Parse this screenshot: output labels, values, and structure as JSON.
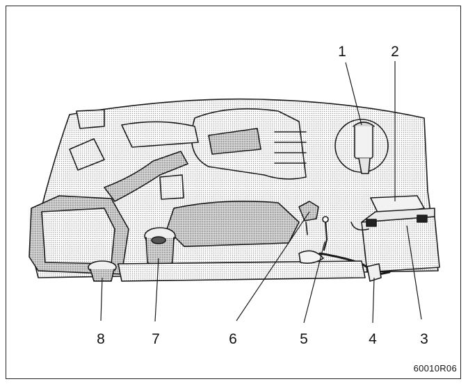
{
  "callouts": [
    "1",
    "2",
    "3",
    "4",
    "5",
    "6",
    "7",
    "8"
  ],
  "figure_code": "60010R06",
  "colors": {
    "line": "#1a1a1a",
    "shade": "#c8c8c8",
    "background": "#ffffff"
  }
}
